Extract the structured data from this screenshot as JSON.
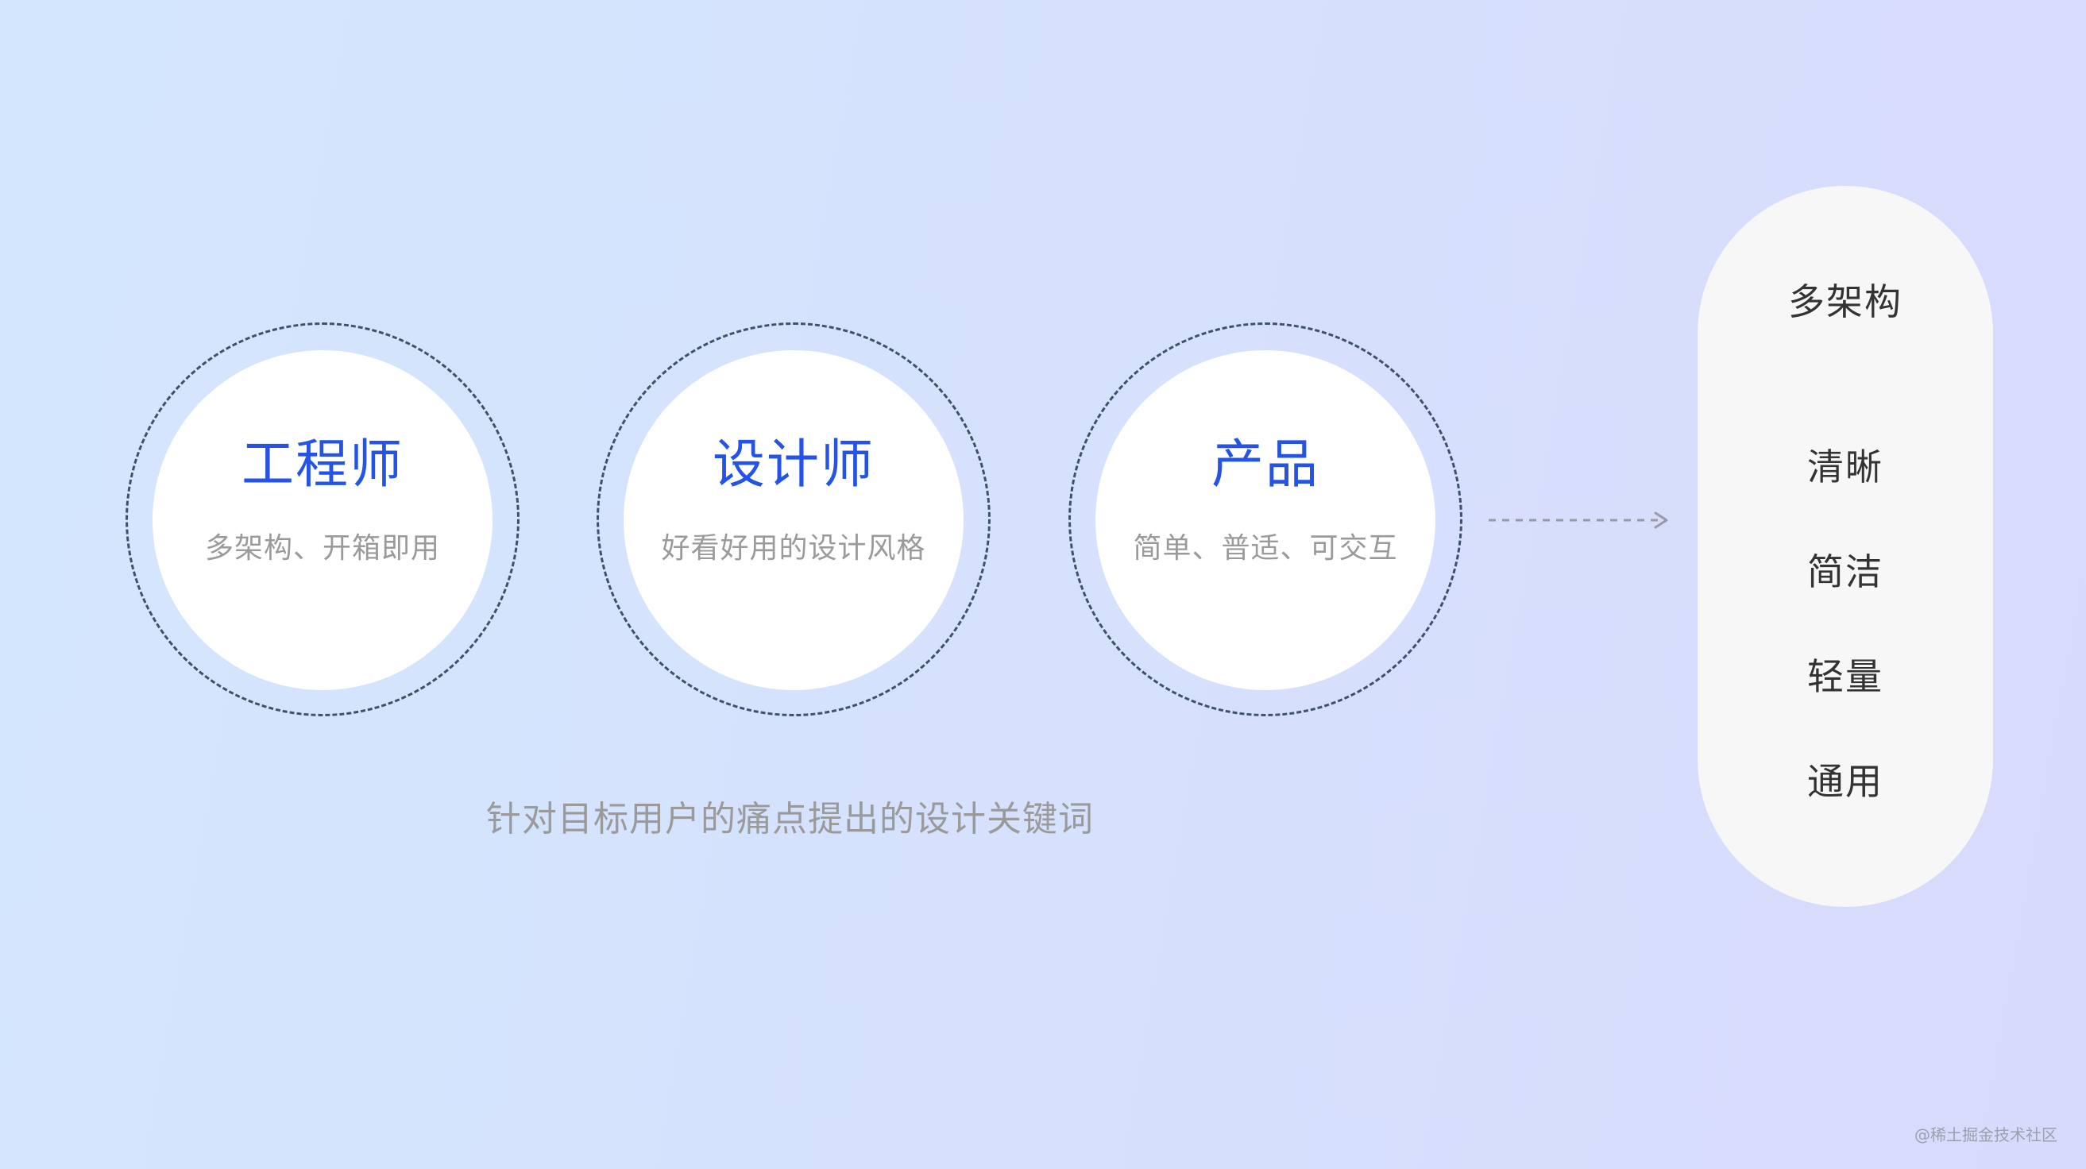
{
  "personas": [
    {
      "title": "工程师",
      "desc": "多架构、开箱即用"
    },
    {
      "title": "设计师",
      "desc": "好看好用的设计风格"
    },
    {
      "title": "产品",
      "desc": "简单、普适、可交互"
    }
  ],
  "caption": "针对目标用户的痛点提出的设计关键词",
  "keywords": {
    "head": "多架构",
    "items": [
      "清晰",
      "简洁",
      "轻量",
      "通用"
    ]
  },
  "watermark": "@稀土掘金技术社区",
  "colors": {
    "accent": "#2453e6",
    "ring": "#3e5070",
    "muted_text": "#9a9a9a",
    "pill_bg": "#f7f7f7"
  }
}
